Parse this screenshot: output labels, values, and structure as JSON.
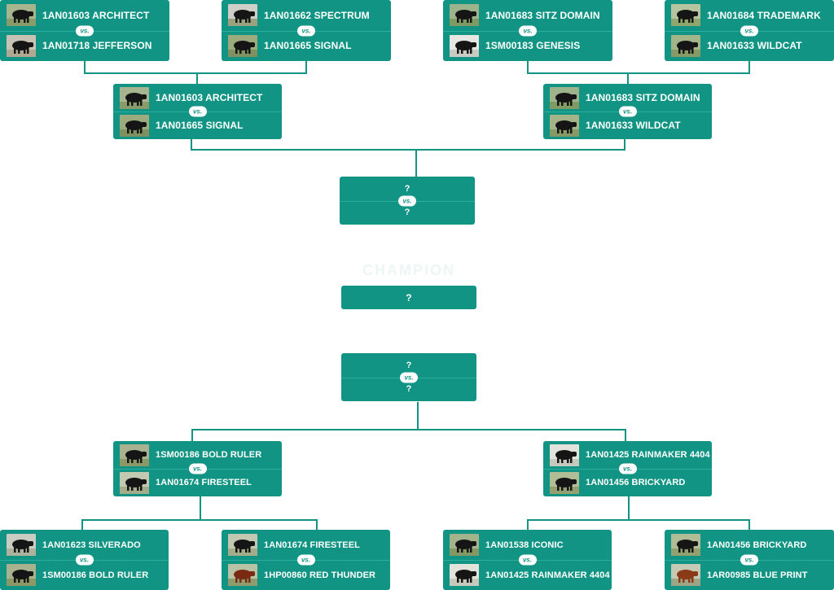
{
  "colors": {
    "accent": "#129484",
    "line": "#129484",
    "vs_text": "#129484"
  },
  "vs_label": "vs.",
  "champion_label": "CHAMPION",
  "unknown": "?",
  "top": {
    "round1": [
      {
        "a": "1AN01603 ARCHITECT",
        "b": "1AN01718 JEFFERSON"
      },
      {
        "a": "1AN01662 SPECTRUM",
        "b": "1AN01665 SIGNAL"
      },
      {
        "a": "1AN01683 SITZ DOMAIN",
        "b": "1SM00183 GENESIS"
      },
      {
        "a": "1AN01684 TRADEMARK",
        "b": "1AN01633 WILDCAT"
      }
    ],
    "round2": [
      {
        "a": "1AN01603 ARCHITECT",
        "b": "1AN01665 SIGNAL"
      },
      {
        "a": "1AN01683 SITZ DOMAIN",
        "b": "1AN01633 WILDCAT"
      }
    ],
    "semifinal": {
      "a": "?",
      "b": "?"
    }
  },
  "champion": "?",
  "bottom": {
    "semifinal": {
      "a": "?",
      "b": "?"
    },
    "round2": [
      {
        "a": "1SM00186 BOLD RULER",
        "b": "1AN01674 FIRESTEEL"
      },
      {
        "a": "1AN01425 RAINMAKER 4404",
        "b": "1AN01456 BRICKYARD"
      }
    ],
    "round1": [
      {
        "a": "1AN01623 SILVERADO",
        "b": "1SM00186 BOLD RULER"
      },
      {
        "a": "1AN01674 FIRESTEEL",
        "b": "1HP00860 RED THUNDER"
      },
      {
        "a": "1AN01538 ICONIC",
        "b": "1AN01425 RAINMAKER 4404"
      },
      {
        "a": "1AN01456 BRICKYARD",
        "b": "1AR00985 BLUE PRINT"
      }
    ]
  },
  "icons": {
    "bull_black": "black-bull-photo-icon",
    "bull_red": "red-bull-photo-icon"
  }
}
